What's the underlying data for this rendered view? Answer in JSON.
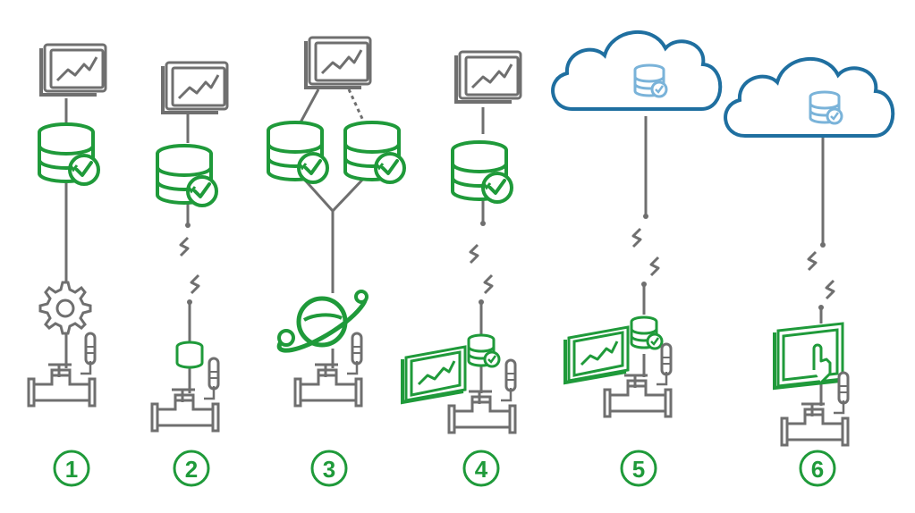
{
  "colors": {
    "green": "#1f9a3a",
    "gray": "#6f6f6f",
    "cloud_blue": "#1f6fa0",
    "db_light_blue": "#7ab3d9"
  },
  "columns": [
    {
      "number": "1",
      "top": "trend-monitor",
      "storage": "historian-database",
      "link": "wired",
      "device": "controller-gear",
      "field": "valve-with-sensor"
    },
    {
      "number": "2",
      "top": "trend-monitor",
      "storage": "historian-database",
      "link": "wireless",
      "device": "small-local-database",
      "field": "valve-with-sensor"
    },
    {
      "number": "3",
      "top": "trend-monitor",
      "storage": "two-historian-databases",
      "link": "wired",
      "device": "orbit-gateway",
      "field": "valve-with-sensor"
    },
    {
      "number": "4",
      "top": "trend-monitor",
      "storage": "historian-database",
      "link": "wireless",
      "device": "edge-panel-with-database",
      "field": "valve-with-sensor"
    },
    {
      "number": "5",
      "top": "cloud-database",
      "storage": "",
      "link": "wireless",
      "device": "edge-panel-with-database",
      "field": "valve-with-sensor"
    },
    {
      "number": "6",
      "top": "cloud-database",
      "storage": "",
      "link": "wireless",
      "device": "touch-panel",
      "field": "valve-with-sensor"
    }
  ]
}
